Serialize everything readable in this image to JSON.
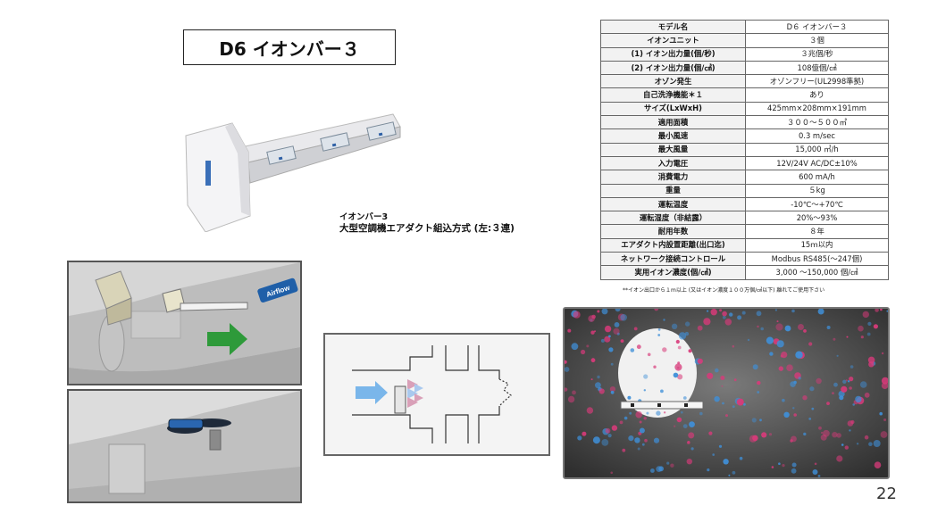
{
  "title": "D6 イオンバー３",
  "caption": {
    "line1": "イオンバー3",
    "line2": "大型空調機エアダクト組込方式 (左:３連)"
  },
  "spec_table": {
    "rows": [
      {
        "key": "モデル名",
        "value": "D６ イオンバー３"
      },
      {
        "key": "イオンユニット",
        "value": "３個"
      },
      {
        "key": "(1) イオン出力量(個/秒)",
        "value": "３兆個/秒"
      },
      {
        "key": "(2) イオン出力量(個/㎤)",
        "value": "108億個/㎤"
      },
      {
        "key": "オゾン発生",
        "value": "オゾンフリー(UL2998準拠)"
      },
      {
        "key": "自己洗浄機能＊１",
        "value": "あり"
      },
      {
        "key": "サイズ(LxWxH)",
        "value": "425mm×208mm×191mm"
      },
      {
        "key": "適用面積",
        "value": "３００～５００㎡"
      },
      {
        "key": "最小風速",
        "value": "0.3 m/sec"
      },
      {
        "key": "最大風量",
        "value": "15,000 ㎥/h"
      },
      {
        "key": "入力電圧",
        "value": "12V/24V AC/DC±10%"
      },
      {
        "key": "消費電力",
        "value": "600 mA/h"
      },
      {
        "key": "重量",
        "value": "５kg"
      },
      {
        "key": "運転温度",
        "value": "-10℃～+70℃"
      },
      {
        "key": "運転湿度（非結露）",
        "value": "20%～93%"
      },
      {
        "key": "耐用年数",
        "value": "８年"
      },
      {
        "key": "エアダクト内設置距離(出口迄)",
        "value": "15ｍ以内"
      },
      {
        "key": "ネットワーク接続コントロール",
        "value": "Modbus RS485(～247個)"
      },
      {
        "key": "実用イオン濃度(個/㎤)",
        "value": "3,000 ～150,000 個/㎤"
      }
    ],
    "note": "**イオン出口から１m以上 (又はイオン濃度１００万個/㎤以下) 離れてご使用下さい"
  },
  "diagram_a": {
    "airflow_label": "Airflow"
  },
  "page_number": "22",
  "colors": {
    "airflow_arrow": "#2e9a3a",
    "airflow_badge": "#1f5fa8",
    "ion_blue": "#3f8fd8",
    "ion_pink": "#d83a7a",
    "duct_grey": "#c8c8c8"
  }
}
